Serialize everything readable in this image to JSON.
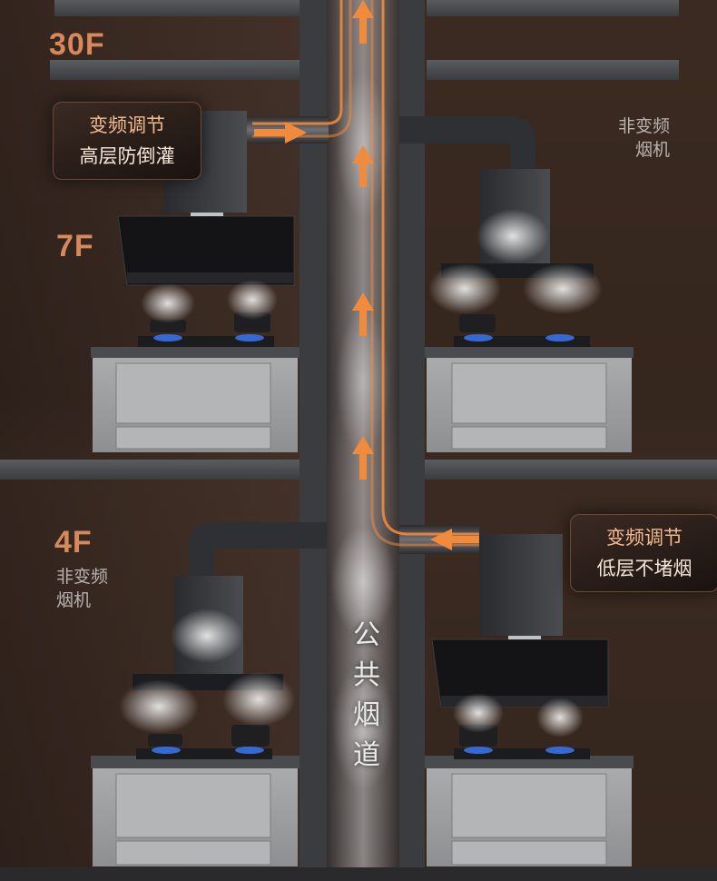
{
  "floors": {
    "f30": "30F",
    "f7": "7F",
    "f4": "4F"
  },
  "callouts": {
    "top": {
      "line1": "变频调节",
      "line2": "高层防倒灌"
    },
    "bottom": {
      "line1": "变频调节",
      "line2": "低层不堵烟"
    }
  },
  "non_inverter": {
    "top_right": {
      "line1": "非变频",
      "line2": "烟机"
    },
    "bottom_left": {
      "line1": "非变频",
      "line2": "烟机"
    }
  },
  "shaft_label": [
    "公",
    "共",
    "烟",
    "道"
  ],
  "colors": {
    "accent_orange": "#f08a3c",
    "floor_label": "#d6895a",
    "background": "#2b1f19"
  }
}
